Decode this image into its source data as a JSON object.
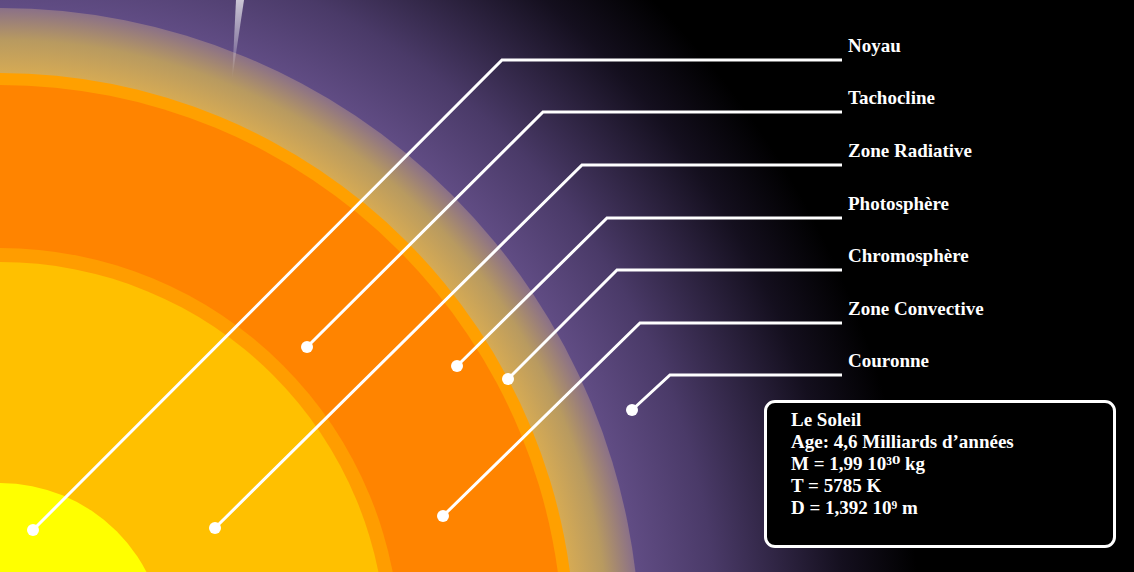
{
  "diagram": {
    "nodes": [
      {
        "text": [
          "Le Soleil",
          "Age: 4,6 Milliards d’années",
          "M = 1,99 10³⁰ kg",
          "T = 5785 K",
          "D = 1,392 10⁹ m"
        ]
      }
    ],
    "labels": [
      "Noyau",
      "Tachocline",
      "Zone Radiative",
      "Photosphère",
      "Chromosphère",
      "Zone Convective",
      "Couronne"
    ]
  }
}
